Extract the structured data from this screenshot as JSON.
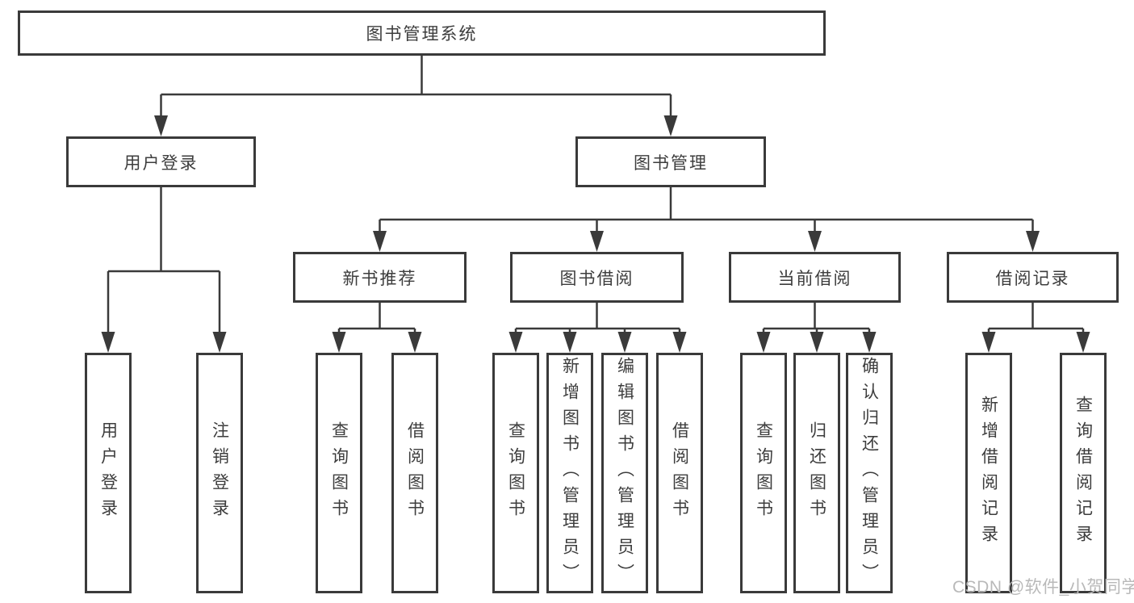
{
  "diagram": {
    "root": {
      "label": "图书管理系统"
    },
    "branches": [
      {
        "label": "用户登录",
        "children": [
          {
            "label": "用户登录"
          },
          {
            "label": "注销登录"
          }
        ]
      },
      {
        "label": "图书管理",
        "children": [
          {
            "label": "新书推荐",
            "children": [
              {
                "label": "查询图书"
              },
              {
                "label": "借阅图书"
              }
            ]
          },
          {
            "label": "图书借阅",
            "children": [
              {
                "label": "查询图书"
              },
              {
                "label": "新增图书（管理员）"
              },
              {
                "label": "编辑图书（管理员）"
              },
              {
                "label": "借阅图书"
              }
            ]
          },
          {
            "label": "当前借阅",
            "children": [
              {
                "label": "查询图书"
              },
              {
                "label": "归还图书"
              },
              {
                "label": "确认归还（管理员）"
              }
            ]
          },
          {
            "label": "借阅记录",
            "children": [
              {
                "label": "新增借阅记录"
              },
              {
                "label": "查询借阅记录"
              }
            ]
          }
        ]
      }
    ]
  },
  "watermark": {
    "text": "CSDN @软件_小贺同学"
  },
  "colors": {
    "line": "#3a3a3a",
    "text": "#3d3d3d",
    "background": "#ffffff",
    "watermark": "#b9b9b9"
  }
}
